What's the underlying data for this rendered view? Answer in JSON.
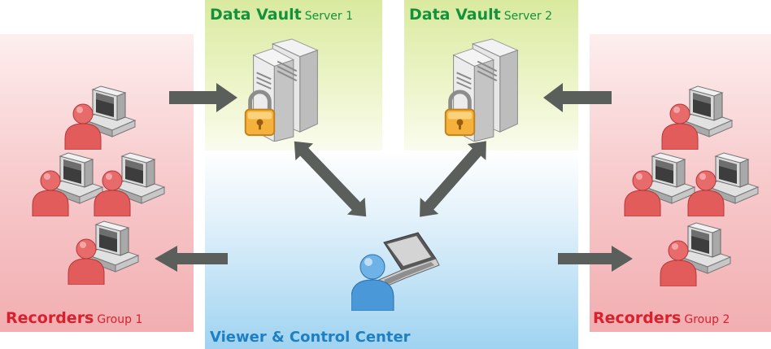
{
  "colors": {
    "vault_green": "#14923a",
    "recorder_red": "#d9202d",
    "viewer_blue": "#1f7fc3",
    "arrow_gray": "#5b5f5c"
  },
  "vault1": {
    "title": "Data Vault",
    "subtitle": "Server 1"
  },
  "vault2": {
    "title": "Data Vault",
    "subtitle": "Server 2"
  },
  "group1": {
    "title": "Recorders",
    "subtitle": "Group 1"
  },
  "group2": {
    "title": "Recorders",
    "subtitle": "Group 2"
  },
  "viewer": {
    "title": "Viewer & Control Center"
  },
  "icons": {
    "server": "server-with-padlock-icon",
    "recorder": "user-at-computer-icon",
    "viewer": "user-with-laptop-icon"
  }
}
